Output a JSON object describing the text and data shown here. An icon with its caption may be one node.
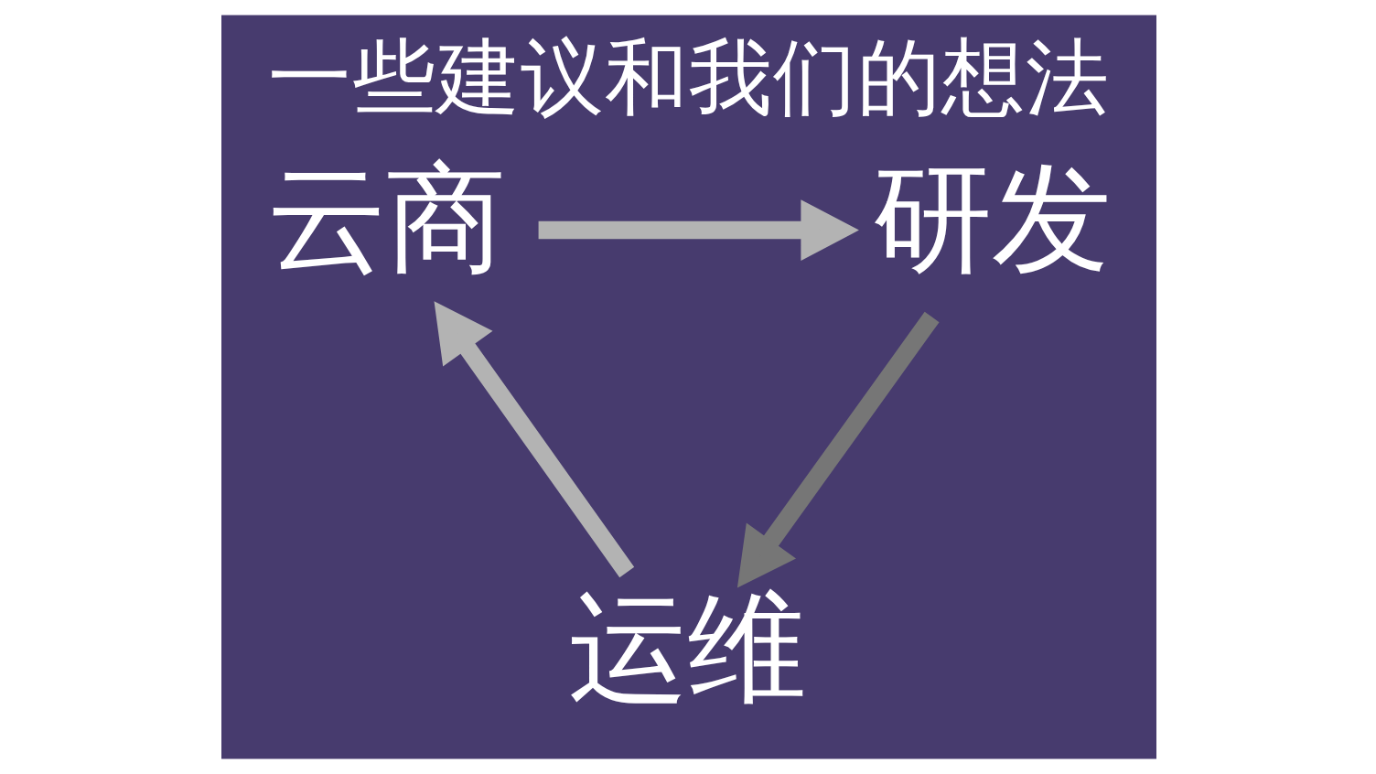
{
  "diagram": {
    "title": "一些建议和我们的想法",
    "nodes": [
      {
        "text": [
          "云商"
        ]
      },
      {
        "text": [
          "研发"
        ]
      },
      {
        "text": [
          "运维"
        ]
      }
    ],
    "edges": [
      {
        "from": 0,
        "to": 1,
        "arrow": "to"
      },
      {
        "from": 1,
        "to": 2,
        "arrow": "to",
        "color": "#767676"
      },
      {
        "from": 2,
        "to": 0,
        "arrow": "to"
      }
    ]
  }
}
